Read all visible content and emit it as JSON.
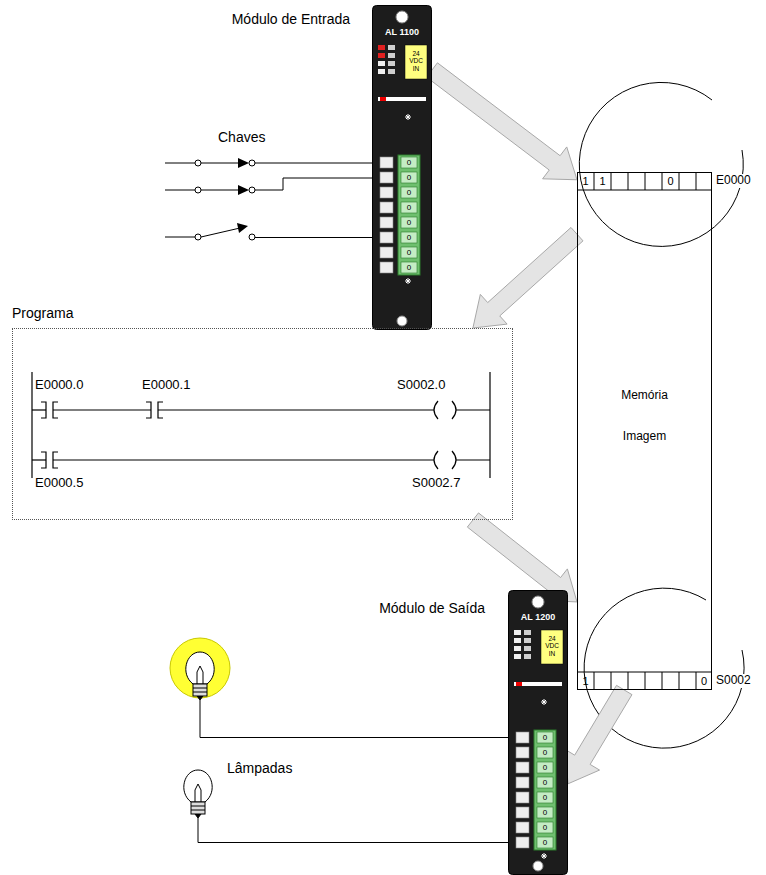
{
  "diagram": {
    "nodes": [
      {
        "text": [
          "Módulo de Entrada",
          "AL 1100",
          "24 VDC IN"
        ]
      },
      {
        "text": [
          "Memória Imagem"
        ]
      },
      {
        "text": [
          "Programa"
        ]
      },
      {
        "text": [
          "Módulo de Saída",
          "AL 1200",
          "24 VDC IN"
        ]
      }
    ],
    "edges": [
      {
        "from": 0,
        "to": 1,
        "arrow": "to"
      },
      {
        "from": 1,
        "to": 2,
        "arrow": "to"
      },
      {
        "from": 2,
        "to": 1,
        "arrow": "to"
      },
      {
        "from": 1,
        "to": 3,
        "arrow": "to"
      }
    ],
    "labels": [
      "Chaves",
      "1",
      "1",
      "0",
      "E0000",
      "E0000.0",
      "E0000.1",
      "S0002.0",
      "E0000.5",
      "S0002.7",
      "Lâmpadas",
      "1",
      "0",
      "S0002",
      "0",
      "0",
      "0",
      "0",
      "0",
      "0",
      "0",
      "0",
      "0",
      "0",
      "0",
      "0",
      "0",
      "0",
      "0",
      "0"
    ]
  }
}
